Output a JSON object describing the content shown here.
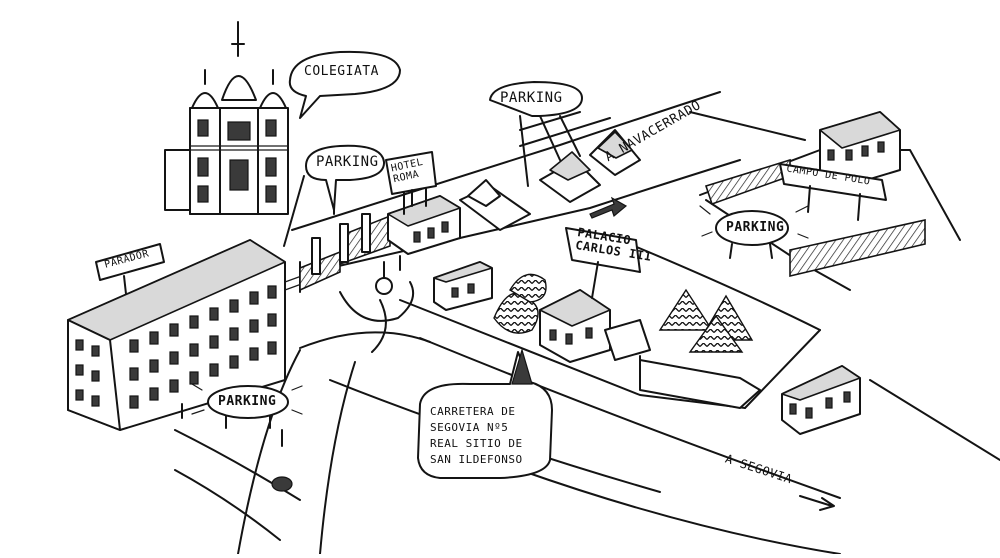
{
  "labels": {
    "colegiata": "COLEGIATA",
    "parking_colegiata": "PARKING",
    "parking_top": "PARKING",
    "hotel_line1": "HOTEL",
    "hotel_line2": "ROMA",
    "a_navacerrado": "A NAVACERRADO",
    "campo_polo": "CAMPO DE POLO",
    "parking_polo": "PARKING",
    "palacio_line1": "PALACIO",
    "palacio_line2": "CARLOS III",
    "parador": "PARADOR",
    "parking_parador": "PARKING",
    "address_line1": "CARRETERA DE",
    "address_line2": "SEGOVIA Nº5",
    "address_line3": "REAL SITIO DE",
    "address_line4": "SAN ILDEFONSO",
    "a_segovia": "A SEGOVIA"
  }
}
